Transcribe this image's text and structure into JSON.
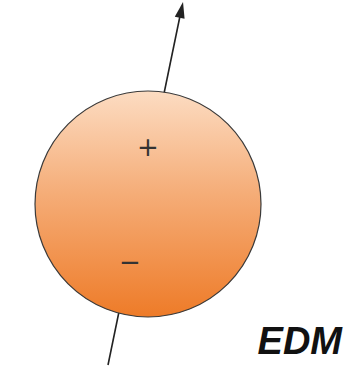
{
  "diagram": {
    "nodes": [
      {
        "text": [
          "+",
          "−"
        ]
      }
    ],
    "labels": [
      "EDM"
    ]
  }
}
